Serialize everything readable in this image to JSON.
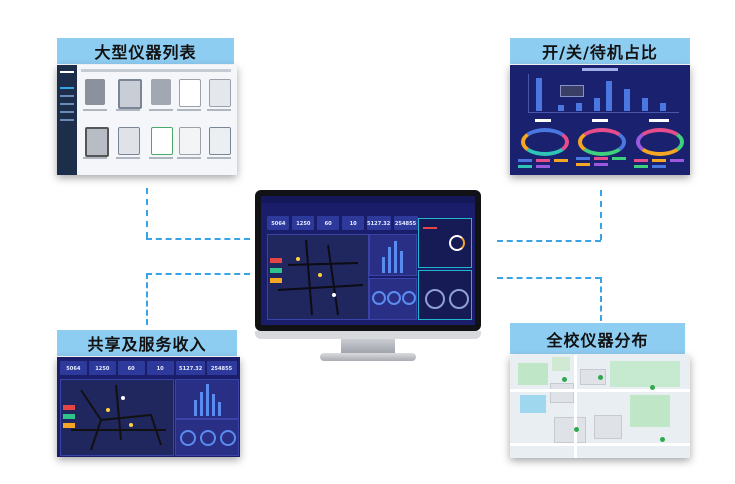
{
  "panels": {
    "instrument_list": {
      "title": "大型仪器列表"
    },
    "status_ratio": {
      "title": "开/关/待机占比"
    },
    "service_income": {
      "title": "共享及服务收入"
    },
    "campus_map": {
      "title": "全校仪器分布"
    }
  },
  "dashboard_kpis": [
    "5064",
    "1250",
    "60",
    "10",
    "5127.32",
    "254855"
  ],
  "colors": {
    "connector": "#3aa3e6",
    "title_bar": "#8ecdf2",
    "dashboard_bg": "#1b1f6b",
    "tile_highlight": "#1fb7c9"
  },
  "icons": [
    "monitor-icon",
    "instrument-icon",
    "map-pin-icon"
  ]
}
